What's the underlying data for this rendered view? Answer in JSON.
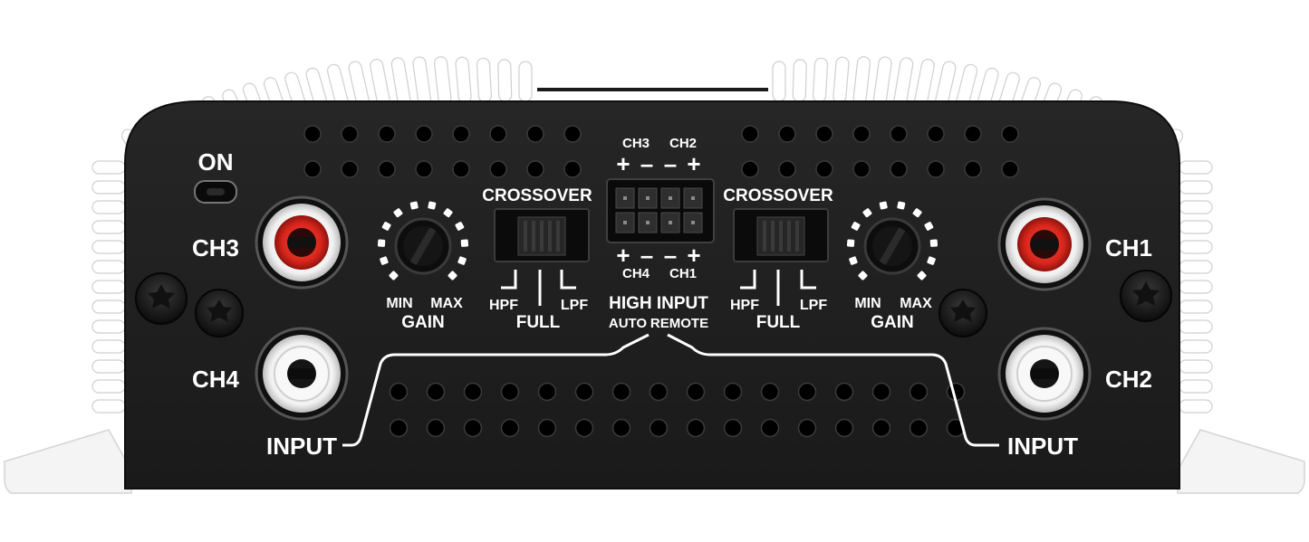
{
  "device": {
    "power_label": "ON",
    "input_left_label": "INPUT",
    "input_right_label": "INPUT",
    "channels": {
      "ch3": "CH3",
      "ch4": "CH4",
      "ch1": "CH1",
      "ch2": "CH2"
    },
    "gain_left": {
      "min": "MIN",
      "max": "MAX",
      "label": "GAIN"
    },
    "gain_right": {
      "min": "MIN",
      "max": "MAX",
      "label": "GAIN"
    },
    "crossover_left": {
      "title": "CROSSOVER",
      "hpf": "HPF",
      "full": "FULL",
      "lpf": "LPF"
    },
    "crossover_right": {
      "title": "CROSSOVER",
      "hpf": "HPF",
      "full": "FULL",
      "lpf": "LPF"
    },
    "speaker_connector": {
      "top_left_channel": "CH3",
      "top_right_channel": "CH2",
      "bottom_left_channel": "CH4",
      "bottom_right_channel": "CH1",
      "top_polarity": [
        "+",
        "–",
        "–",
        "+"
      ],
      "bottom_polarity": [
        "+",
        "–",
        "–",
        "+"
      ]
    },
    "high_input": {
      "title": "HIGH INPUT",
      "auto": "AUTO",
      "remote": "REMOTE"
    },
    "colors": {
      "panel": "#1e1e1e",
      "heatsink": "#ffffff",
      "rca_red": "#d8261c",
      "rca_white": "#ffffff",
      "label": "#ffffff"
    }
  }
}
